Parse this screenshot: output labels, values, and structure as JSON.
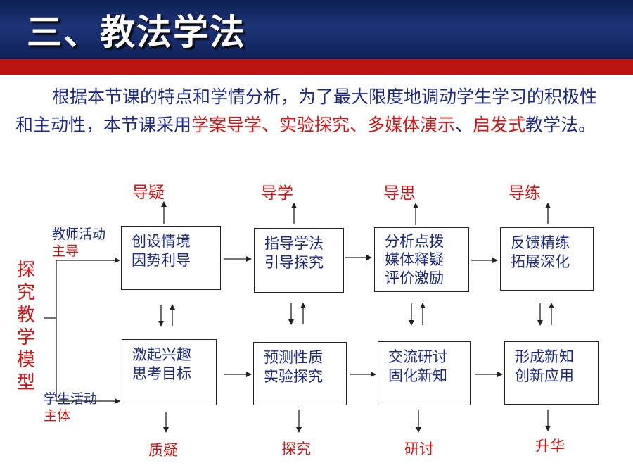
{
  "header": {
    "title": "三、教法学法"
  },
  "intro": {
    "p1": "根据本节课的特点和学情分析，为了最大限度地调动学生学习的积极性和主动性，本节课采用",
    "m1": "学案导学",
    "s1": "、",
    "m2": "实验探究",
    "s2": "、",
    "m3": "多媒体演示",
    "s3": "、",
    "m4": "启发式",
    "p2": "教学法。"
  },
  "diagram": {
    "model_label": [
      "探",
      "究",
      "教",
      "学",
      "模",
      "型"
    ],
    "teacher": {
      "line1": "教师活动",
      "line2": "主导"
    },
    "student": {
      "line1": "学生活动",
      "line2": "主体"
    },
    "top_stages": [
      "导疑",
      "导学",
      "导思",
      "导练"
    ],
    "bottom_stages": [
      "质疑",
      "探究",
      "研讨",
      "升华"
    ],
    "top_boxes": [
      [
        "创设情境",
        "因势利导"
      ],
      [
        "指导学法",
        "引导探究"
      ],
      [
        "分析点拨",
        "媒体释疑",
        "评价激励"
      ],
      [
        "反馈精练",
        "拓展深化"
      ]
    ],
    "bottom_boxes": [
      [
        "激起兴趣",
        "思考目标"
      ],
      [
        "预测性质",
        "实验探究"
      ],
      [
        "交流研讨",
        "固化新知"
      ],
      [
        "形成新知",
        "创新应用"
      ]
    ]
  }
}
